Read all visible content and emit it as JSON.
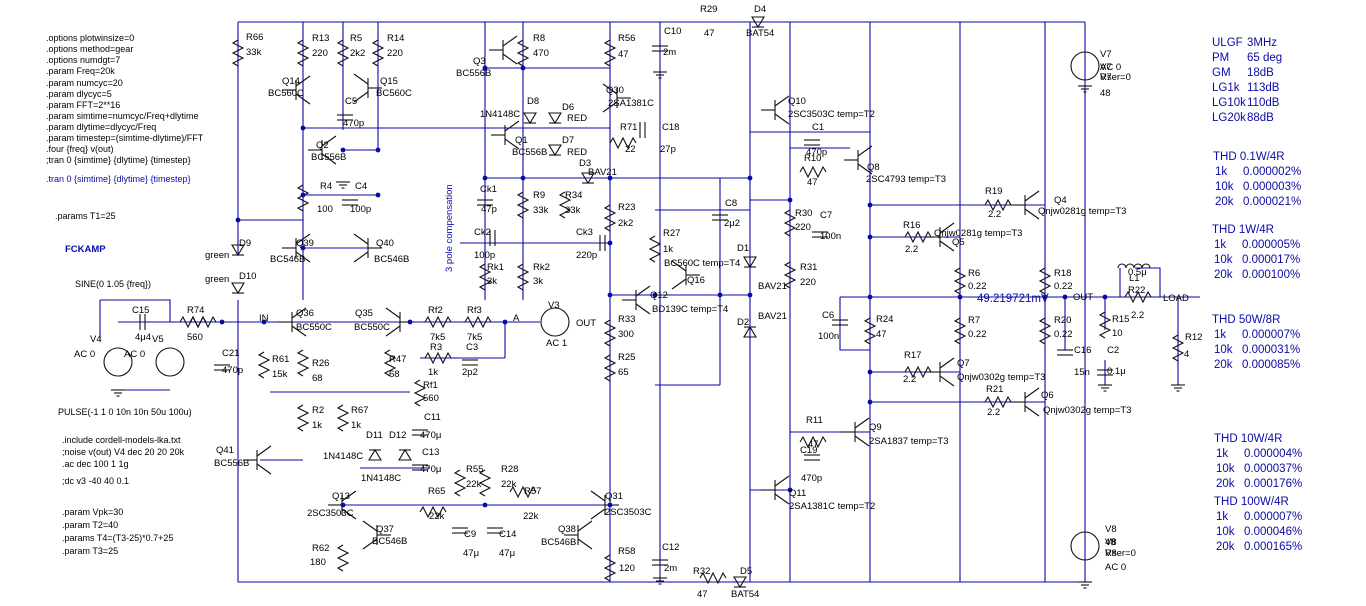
{
  "title": "FCKAMP",
  "compensation_label": "3 pole compensation",
  "directives": [
    {
      "text": ".options plotwinsize=0",
      "color": "black"
    },
    {
      "text": ".options method=gear",
      "color": "black"
    },
    {
      "text": ".options numdgt=7",
      "color": "black"
    },
    {
      "text": ".param Freq=20k",
      "color": "black"
    },
    {
      "text": ".param numcyc=20",
      "color": "black"
    },
    {
      "text": ".param dlycyc=5",
      "color": "black"
    },
    {
      "text": ".param FFT=2**16",
      "color": "black"
    },
    {
      "text": ".param simtime=numcyc/Freq+dlytime",
      "color": "black"
    },
    {
      "text": ".param dlytime=dlycyc/Freq",
      "color": "black"
    },
    {
      "text": ".param timestep=(simtime-dlytime)/FFT",
      "color": "black"
    },
    {
      "text": ".four {freq} v(out)",
      "color": "black"
    },
    {
      "text": ";tran 0 {simtime} {dlytime} {timestep}",
      "color": "black"
    },
    {
      "text": ".tran 0 {simtime} {dlytime} {timestep}",
      "color": "blue"
    },
    {
      "text": ".params T1=25",
      "color": "black"
    },
    {
      "text": "SINE(0 1.05 {freq})",
      "color": "black"
    },
    {
      "text": "PULSE(-1 1 0 10n 10n 50u 100u)",
      "color": "black"
    },
    {
      "text": ".include cordell-models-lka.txt",
      "color": "black"
    },
    {
      "text": ";noise v(out) V4 dec 20 20 20k",
      "color": "black"
    },
    {
      "text": ".ac dec 100 1 1g",
      "color": "black"
    },
    {
      "text": ";dc v3 -40 40 0.1",
      "color": "black"
    },
    {
      "text": ".param Vpk=30",
      "color": "black"
    },
    {
      "text": ".param T2=40",
      "color": "black"
    },
    {
      "text": ".params T4=(T3-25)*0.7+25",
      "color": "black"
    },
    {
      "text": ".param T3=25",
      "color": "black"
    }
  ],
  "loop_gain": [
    {
      "label": "ULGF",
      "value": "3MHz"
    },
    {
      "label": "PM",
      "value": "65 deg"
    },
    {
      "label": "GM",
      "value": "18dB"
    },
    {
      "label": "LG1k",
      "value": "113dB"
    },
    {
      "label": "LG10k",
      "value": "110dB"
    },
    {
      "label": "LG20k",
      "value": "88dB"
    }
  ],
  "thd_tables": [
    {
      "title": "THD 0.1W/4R",
      "rows": [
        [
          "1k",
          "0.000002%"
        ],
        [
          "10k",
          "0.000003%"
        ],
        [
          "20k",
          "0.000021%"
        ]
      ]
    },
    {
      "title": "THD 1W/4R",
      "rows": [
        [
          "1k",
          "0.000005%"
        ],
        [
          "10k",
          "0.000017%"
        ],
        [
          "20k",
          "0.000100%"
        ]
      ]
    },
    {
      "title": "THD 50W/8R",
      "rows": [
        [
          "1k",
          "0.000007%"
        ],
        [
          "10k",
          "0.000031%"
        ],
        [
          "20k",
          "0.000085%"
        ]
      ]
    },
    {
      "title": "THD 10W/4R",
      "rows": [
        [
          "1k",
          "0.000004%"
        ],
        [
          "10k",
          "0.000037%"
        ],
        [
          "20k",
          "0.000176%"
        ]
      ]
    },
    {
      "title": "THD 100W/4R",
      "rows": [
        [
          "1k",
          "0.000007%"
        ],
        [
          "10k",
          "0.000046%"
        ],
        [
          "20k",
          "0.000165%"
        ]
      ]
    }
  ],
  "output_voltage": "49.219721mV",
  "nets": [
    "IN",
    "A",
    "OUT",
    "OUT",
    "LOAD"
  ],
  "components": [
    [
      "R66",
      "33k"
    ],
    [
      "R13",
      "220"
    ],
    [
      "R5",
      "2k2"
    ],
    [
      "R14",
      "220"
    ],
    [
      "Q14",
      "BC560C"
    ],
    [
      "Q15",
      "BC560C"
    ],
    [
      "C5",
      "470p"
    ],
    [
      "Q2",
      "BC556B"
    ],
    [
      "R4",
      "100"
    ],
    [
      "C4",
      "100p"
    ],
    [
      "Q3",
      "BC556B"
    ],
    [
      "R8",
      "470"
    ],
    [
      "R56",
      "47"
    ],
    [
      "C10",
      "2m"
    ],
    [
      "R29",
      "47"
    ],
    [
      "D4",
      "BAT54"
    ],
    [
      "D8",
      "1N4148C"
    ],
    [
      "D6",
      "RED"
    ],
    [
      "D7",
      "RED"
    ],
    [
      "Q30",
      "2SA1381C"
    ],
    [
      "Q1",
      "BC556B"
    ],
    [
      "R71",
      "22"
    ],
    [
      "C18",
      "27p"
    ],
    [
      "D3",
      "BAV21"
    ],
    [
      "R9",
      "33k"
    ],
    [
      "R34",
      "33k"
    ],
    [
      "Ck1",
      "47p"
    ],
    [
      "Ck2",
      "100p"
    ],
    [
      "Ck3",
      "220p"
    ],
    [
      "Rk1",
      "3k"
    ],
    [
      "Rk2",
      "3k"
    ],
    [
      "R23",
      "2k2"
    ],
    [
      "C8",
      "2μ2"
    ],
    [
      "R27",
      "1k"
    ],
    [
      "Q16",
      "BC560C  temp=T4"
    ],
    [
      "Q12",
      "BD139C temp=T4"
    ],
    [
      "R33",
      "300"
    ],
    [
      "R25",
      "65"
    ],
    [
      "D9",
      "green"
    ],
    [
      "D10",
      "green"
    ],
    [
      "Q39",
      "BC546B"
    ],
    [
      "Q40",
      "BC546B"
    ],
    [
      "V4",
      "AC 0"
    ],
    [
      "V5",
      "AC 0"
    ],
    [
      "C15",
      "4μ4"
    ],
    [
      "R74",
      "560"
    ],
    [
      "C21",
      "470p"
    ],
    [
      "Q36",
      "BC550C"
    ],
    [
      "R61",
      "15k"
    ],
    [
      "R26",
      "68"
    ],
    [
      "Q35",
      "BC550C"
    ],
    [
      "R47",
      "68"
    ],
    [
      "Rf2",
      "7k5"
    ],
    [
      "Rf3",
      "7k5"
    ],
    [
      "R3",
      "1k"
    ],
    [
      "C3",
      "2p2"
    ],
    [
      "V3",
      "AC 1"
    ],
    [
      "Rf1",
      "560"
    ],
    [
      "C11",
      "470μ"
    ],
    [
      "C13",
      "470μ"
    ],
    [
      "D11",
      "1N4148C"
    ],
    [
      "D12",
      "1N4148C"
    ],
    [
      "R2",
      "1k"
    ],
    [
      "R67",
      "1k"
    ],
    [
      "Q41",
      "BC556B"
    ],
    [
      "Q13",
      "2SC3503C"
    ],
    [
      "Q37",
      "BC546B"
    ],
    [
      "R62",
      "180"
    ],
    [
      "R65",
      "22k"
    ],
    [
      "R55",
      "22k"
    ],
    [
      "R28",
      "22k"
    ],
    [
      "C9",
      "47μ"
    ],
    [
      "C14",
      "47μ"
    ],
    [
      "R57",
      "22k"
    ],
    [
      "Q38",
      "BC546B"
    ],
    [
      "Q31",
      "2SC3503C"
    ],
    [
      "R58",
      "120"
    ],
    [
      "C12",
      "2m"
    ],
    [
      "R32",
      "47"
    ],
    [
      "D5",
      "BAT54"
    ],
    [
      "Q10",
      "2SC3503C temp=T2"
    ],
    [
      "C1",
      "470p"
    ],
    [
      "R10",
      "47"
    ],
    [
      "Q8",
      "2SC4793 temp=T3"
    ],
    [
      "R30",
      "220"
    ],
    [
      "C7",
      "100n"
    ],
    [
      "D1",
      "BAV21"
    ],
    [
      "R31",
      "220"
    ],
    [
      "D2",
      "BAV21"
    ],
    [
      "C6",
      "100n"
    ],
    [
      "R24",
      "47"
    ],
    [
      "R11",
      "47"
    ],
    [
      "C19",
      "470p"
    ],
    [
      "Q9",
      "2SA1837 temp=T3"
    ],
    [
      "Q11",
      "2SA1381C temp=T2"
    ],
    [
      "R19",
      "2.2"
    ],
    [
      "Q4",
      "Qnjw0281g temp=T3"
    ],
    [
      "R16",
      "2.2"
    ],
    [
      "Q5",
      "Qnjw0281g temp=T3"
    ],
    [
      "R6",
      "0.22"
    ],
    [
      "R18",
      "0.22"
    ],
    [
      "R7",
      "0.22"
    ],
    [
      "R20",
      "0.22"
    ],
    [
      "R17",
      "2.2"
    ],
    [
      "Q7",
      "Qnjw0302g temp=T3"
    ],
    [
      "R21",
      "2.2"
    ],
    [
      "Q6",
      "Qnjw0302g temp=T3"
    ],
    [
      "C16",
      "15n"
    ],
    [
      "R15",
      "10"
    ],
    [
      "C2",
      "0.1μ"
    ],
    [
      "L1",
      "0.5μ"
    ],
    [
      "R22",
      "2.2"
    ],
    [
      "R12",
      "4"
    ],
    [
      "V7",
      "AC 0"
    ],
    [
      "V7",
      "Rser=0"
    ],
    [
      "V7",
      "48"
    ],
    [
      "V8",
      "48"
    ],
    [
      "V8",
      "Rser=0"
    ],
    [
      "V8",
      "AC 0"
    ]
  ],
  "colors": {
    "wire": "#0a0aa8",
    "component": "#111111",
    "text": "#000000",
    "annotation": "#0a0aa8"
  }
}
